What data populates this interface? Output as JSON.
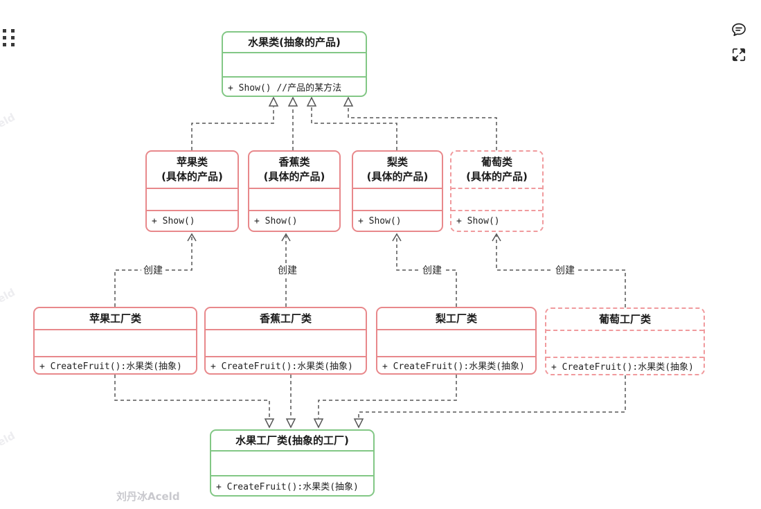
{
  "toolbar": {
    "drag_handle_icon": "drag-handle",
    "comment_icon": "comment",
    "expand_icon": "expand-fullscreen"
  },
  "colors": {
    "abstract_border": "#82c785",
    "concrete_border": "#e8888b",
    "planned_border": "#f09a9d",
    "connector": "#555555",
    "watermark": "#c9c9ce"
  },
  "watermark": {
    "signature": "刘丹冰Aceld",
    "fragment": "eld"
  },
  "diagram": {
    "create_label": "创建",
    "classes": [
      {
        "title": "水果类(抽象的产品)",
        "subtitle": "",
        "method": "+ Show() //产品的某方法"
      },
      {
        "title": "苹果类",
        "subtitle": "(具体的产品)",
        "method": "+ Show()"
      },
      {
        "title": "香蕉类",
        "subtitle": "(具体的产品)",
        "method": "+ Show()"
      },
      {
        "title": "梨类",
        "subtitle": "(具体的产品)",
        "method": "+ Show()"
      },
      {
        "title": "葡萄类",
        "subtitle": "(具体的产品)",
        "method": "+ Show()"
      },
      {
        "title": "苹果工厂类",
        "subtitle": "",
        "method": "+ CreateFruit():水果类(抽象)"
      },
      {
        "title": "香蕉工厂类",
        "subtitle": "",
        "method": "+ CreateFruit():水果类(抽象)"
      },
      {
        "title": "梨工厂类",
        "subtitle": "",
        "method": "+ CreateFruit():水果类(抽象)"
      },
      {
        "title": "葡萄工厂类",
        "subtitle": "",
        "method": "+ CreateFruit():水果类(抽象)"
      },
      {
        "title": "水果工厂类(抽象的工厂)",
        "subtitle": "",
        "method": "+ CreateFruit():水果类(抽象)"
      }
    ],
    "relations": [
      {
        "from": "苹果类",
        "to": "水果类(抽象的产品)",
        "type": "generalization",
        "label": ""
      },
      {
        "from": "香蕉类",
        "to": "水果类(抽象的产品)",
        "type": "generalization",
        "label": ""
      },
      {
        "from": "梨类",
        "to": "水果类(抽象的产品)",
        "type": "generalization",
        "label": ""
      },
      {
        "from": "葡萄类",
        "to": "水果类(抽象的产品)",
        "type": "generalization",
        "label": ""
      },
      {
        "from": "苹果工厂类",
        "to": "苹果类",
        "type": "dependency",
        "label": "创建"
      },
      {
        "from": "香蕉工厂类",
        "to": "香蕉类",
        "type": "dependency",
        "label": "创建"
      },
      {
        "from": "梨工厂类",
        "to": "梨类",
        "type": "dependency",
        "label": "创建"
      },
      {
        "from": "葡萄工厂类",
        "to": "葡萄类",
        "type": "dependency",
        "label": "创建"
      },
      {
        "from": "苹果工厂类",
        "to": "水果工厂类(抽象的工厂)",
        "type": "generalization",
        "label": ""
      },
      {
        "from": "香蕉工厂类",
        "to": "水果工厂类(抽象的工厂)",
        "type": "generalization",
        "label": ""
      },
      {
        "from": "梨工厂类",
        "to": "水果工厂类(抽象的工厂)",
        "type": "generalization",
        "label": ""
      },
      {
        "from": "葡萄工厂类",
        "to": "水果工厂类(抽象的工厂)",
        "type": "generalization",
        "label": ""
      }
    ]
  }
}
